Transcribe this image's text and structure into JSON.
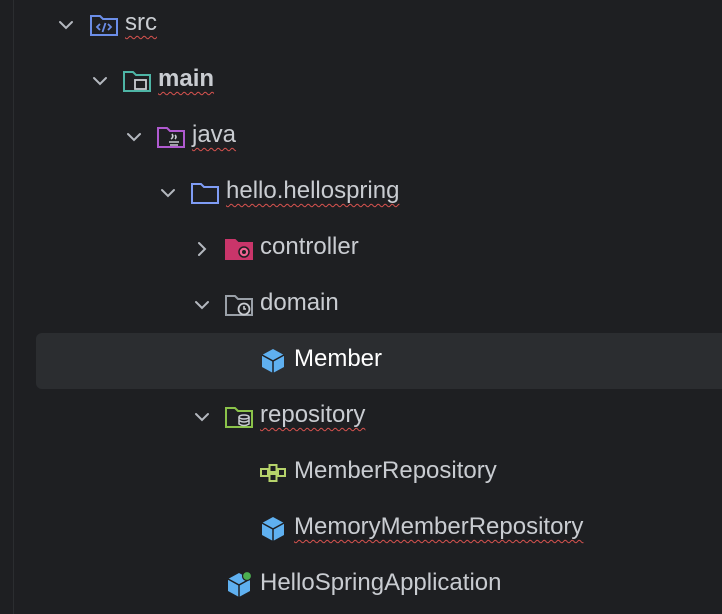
{
  "project_tree": {
    "items": [
      {
        "label": "src",
        "icon": "source-folder-icon",
        "expanded": true
      },
      {
        "label": "main",
        "icon": "module-folder-icon",
        "expanded": true
      },
      {
        "label": "java",
        "icon": "java-sources-folder-icon",
        "expanded": true
      },
      {
        "label": "hello.hellospring",
        "icon": "package-folder-icon",
        "expanded": true
      },
      {
        "label": "controller",
        "icon": "controller-package-icon",
        "expanded": false
      },
      {
        "label": "domain",
        "icon": "domain-package-icon",
        "expanded": true
      },
      {
        "label": "Member",
        "icon": "class-icon",
        "selected": true
      },
      {
        "label": "repository",
        "icon": "repository-package-icon",
        "expanded": true
      },
      {
        "label": "MemberRepository",
        "icon": "interface-icon"
      },
      {
        "label": "MemoryMemberRepository",
        "icon": "class-icon"
      },
      {
        "label": "HelloSpringApplication",
        "icon": "spring-boot-class-icon"
      }
    ]
  },
  "colors": {
    "background": "#1e1f22",
    "selection": "#2b2d30",
    "text": "#c9ccd1",
    "error_squiggle": "#d9534f"
  }
}
